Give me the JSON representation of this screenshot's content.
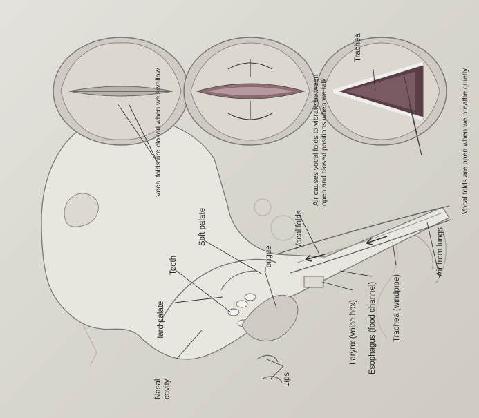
{
  "figure": {
    "labels": {
      "nasal_cavity_line1": "Nasal",
      "nasal_cavity_line2": "cavity",
      "hard_palate": "Hard palate",
      "teeth": "Teeth",
      "soft_palate": "Soft palate",
      "tongue": "Tongue",
      "lips": "Lips",
      "larynx": "Larynx (voice box)",
      "esophagus": "Esophagus (food channel)",
      "trachea_windpipe": "Trachea (windpipe)",
      "vocal_folds": "Vocal folds",
      "air_from_lungs": "Air from lungs",
      "trachea": "Trachea"
    },
    "captions": {
      "closed": "Vocal folds are closed when we swallow.",
      "vibrate_line1": "Air causes vocal folds to vibrate between",
      "vibrate_line2": "open and closed positions when we talk.",
      "open": "Vocal folds are open when we breathe quietly."
    }
  }
}
